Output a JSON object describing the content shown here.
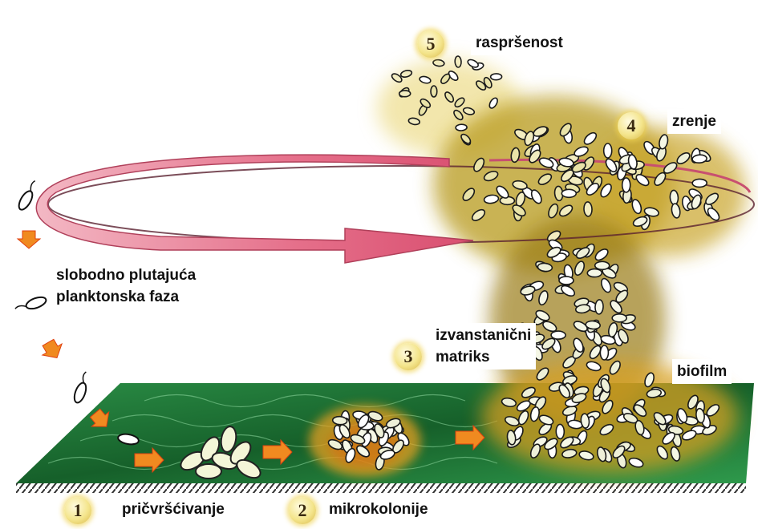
{
  "labels": {
    "dispersal": "raspršenost",
    "maturation": "zrenje",
    "planktonic": "slobodno plutajuća\nplanktonska faza",
    "matrix": "izvanstanični\nmatriks",
    "biofilm": "biofilm",
    "attachment": "pričvršćivanje",
    "microcolonies": "mikrokolonije"
  },
  "stages": {
    "s1": "1",
    "s2": "2",
    "s3": "3",
    "s4": "4",
    "s5": "5"
  },
  "colors": {
    "surface_green": "#1f7a3a",
    "surface_dark": "#0e4a1f",
    "glow_yellow": "#d8b320",
    "glow_orange": "#e06a10",
    "arrow_pink": "#e87890",
    "cell_fill": "#ffffff",
    "cell_outline": "#1a1a1a"
  }
}
